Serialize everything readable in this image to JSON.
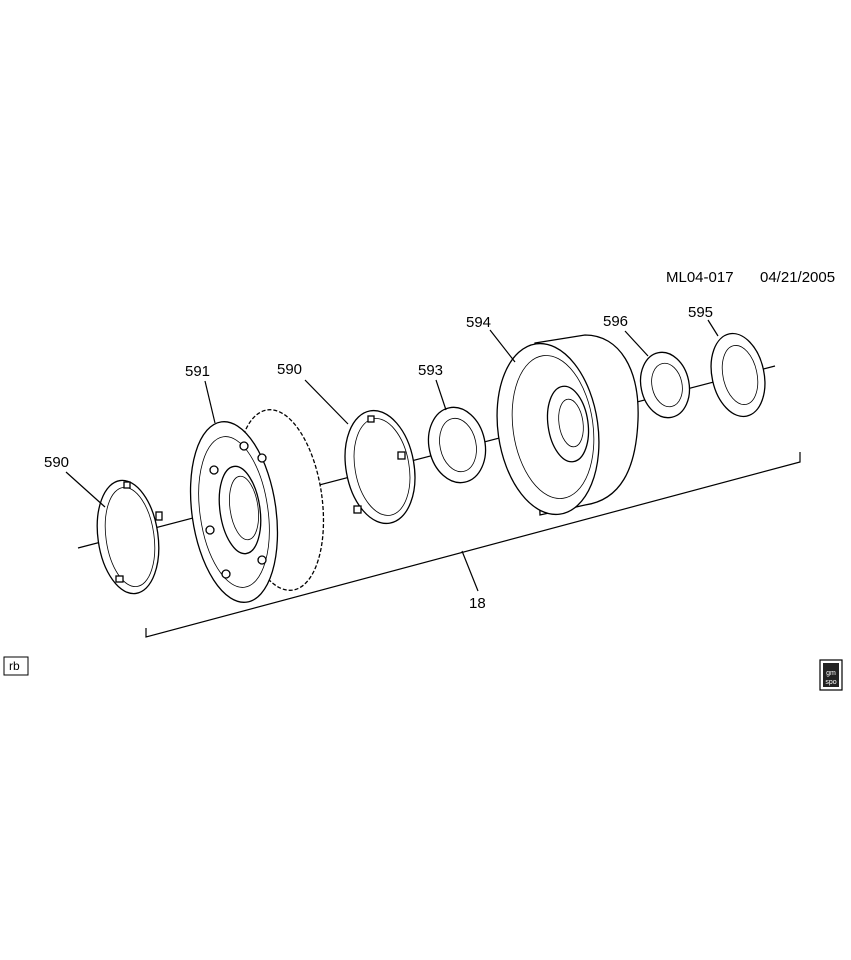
{
  "header": {
    "diagram_code": "ML04-017",
    "date": "04/21/2005"
  },
  "callouts": {
    "c590_left": "590",
    "c591": "591",
    "c590_mid": "590",
    "c593": "593",
    "c594": "594",
    "c596": "596",
    "c595": "595",
    "c18": "18"
  },
  "footer": {
    "rb_tag": "rb",
    "logo_line1": "gm",
    "logo_line2": "spo"
  }
}
